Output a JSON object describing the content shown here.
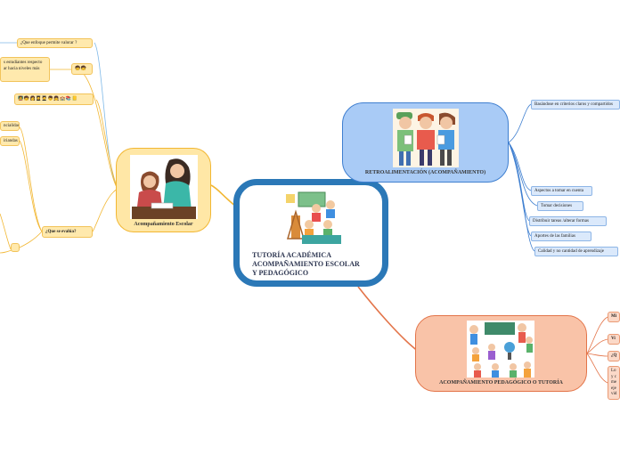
{
  "central": {
    "title": "TUTORÍA ACADÉMICA\nACOMPAÑAMIENTO ESCOLAR\nY PEDAGÓGICO"
  },
  "escolar": {
    "label": "Acompañamiento Escolar",
    "subtopics": {
      "enfoque": "¿Que enfoque permite valorar ?",
      "estudiantes": "s estudiantes respecto\nar hacia niveles más",
      "emoji_pair": "🧒🧒",
      "emoji_row": "🧑‍🏫🧒👩👩‍🎓🧑‍🎓👦👧🏫📚📒",
      "ncialidades": "ncialidades",
      "iriandas": "iriandas",
      "evalua": "¿Que se evalúa?"
    }
  },
  "retro": {
    "label": "RETROALIMENTACIÓN (ACOMPAÑAMIENTO)",
    "subtopics": [
      "Basándose en criterios claros y compartidos",
      "Aspectos a tomar en cuenta",
      "Tomar decisiones",
      "Distribuir tareas /alterar formas",
      "Aportes de las familias",
      "Calidad y no cantidad de aprendizaje"
    ]
  },
  "pedag": {
    "label": "ACOMPAÑAMIENTO PEDAGÓGICO O TUTORÍA",
    "subtopics": {
      "mi": "Mi",
      "vi": "Vi",
      "q": "¿Q",
      "multi": "Lo\ny c\nme\neje\nvid"
    }
  },
  "colors": {
    "central_border": "#2b78b7",
    "escolar_fill": "#ffe7a6",
    "escolar_line": "#f2b733",
    "retro_fill": "#a9cbf6",
    "retro_line": "#3f7fd0",
    "pedag_fill": "#f9c3a8",
    "pedag_line": "#e37449"
  }
}
